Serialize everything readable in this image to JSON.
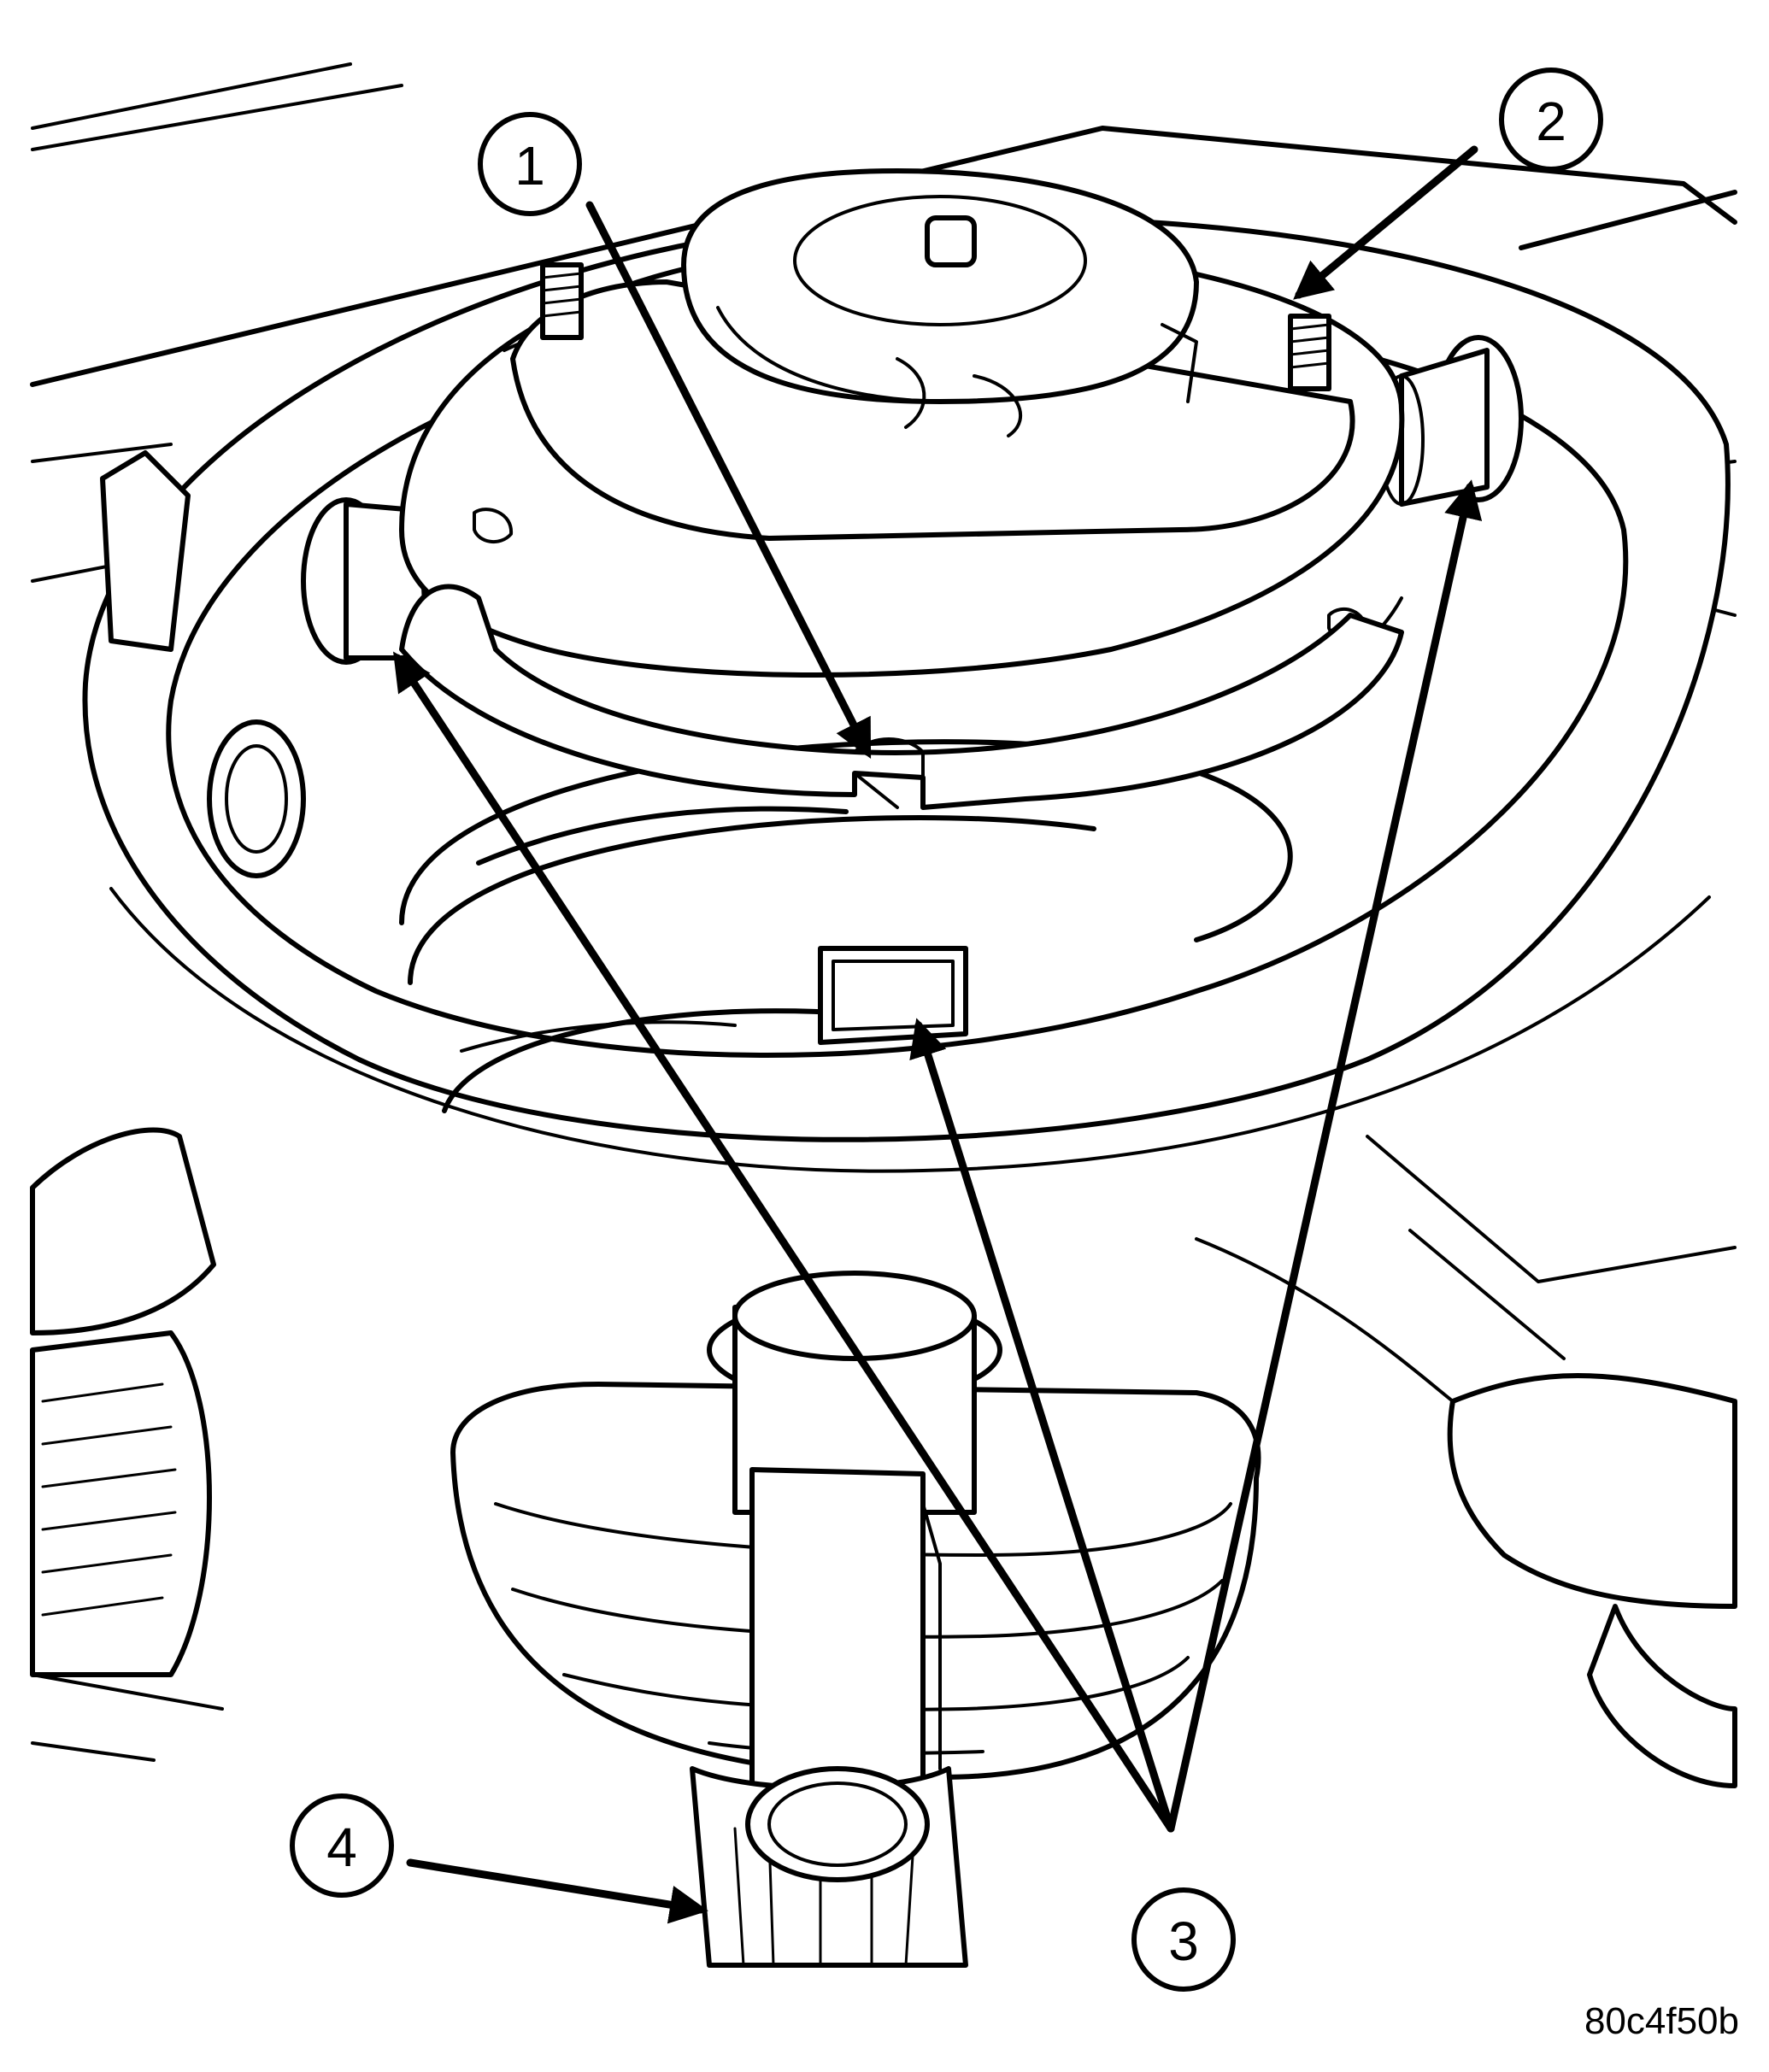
{
  "callouts": [
    {
      "id": "1",
      "label": "1"
    },
    {
      "id": "2",
      "label": "2"
    },
    {
      "id": "3",
      "label": "3"
    },
    {
      "id": "4",
      "label": "4"
    }
  ],
  "figure_id": "80c4f50b",
  "colors": {
    "ink": "#000000",
    "paper": "#ffffff"
  }
}
